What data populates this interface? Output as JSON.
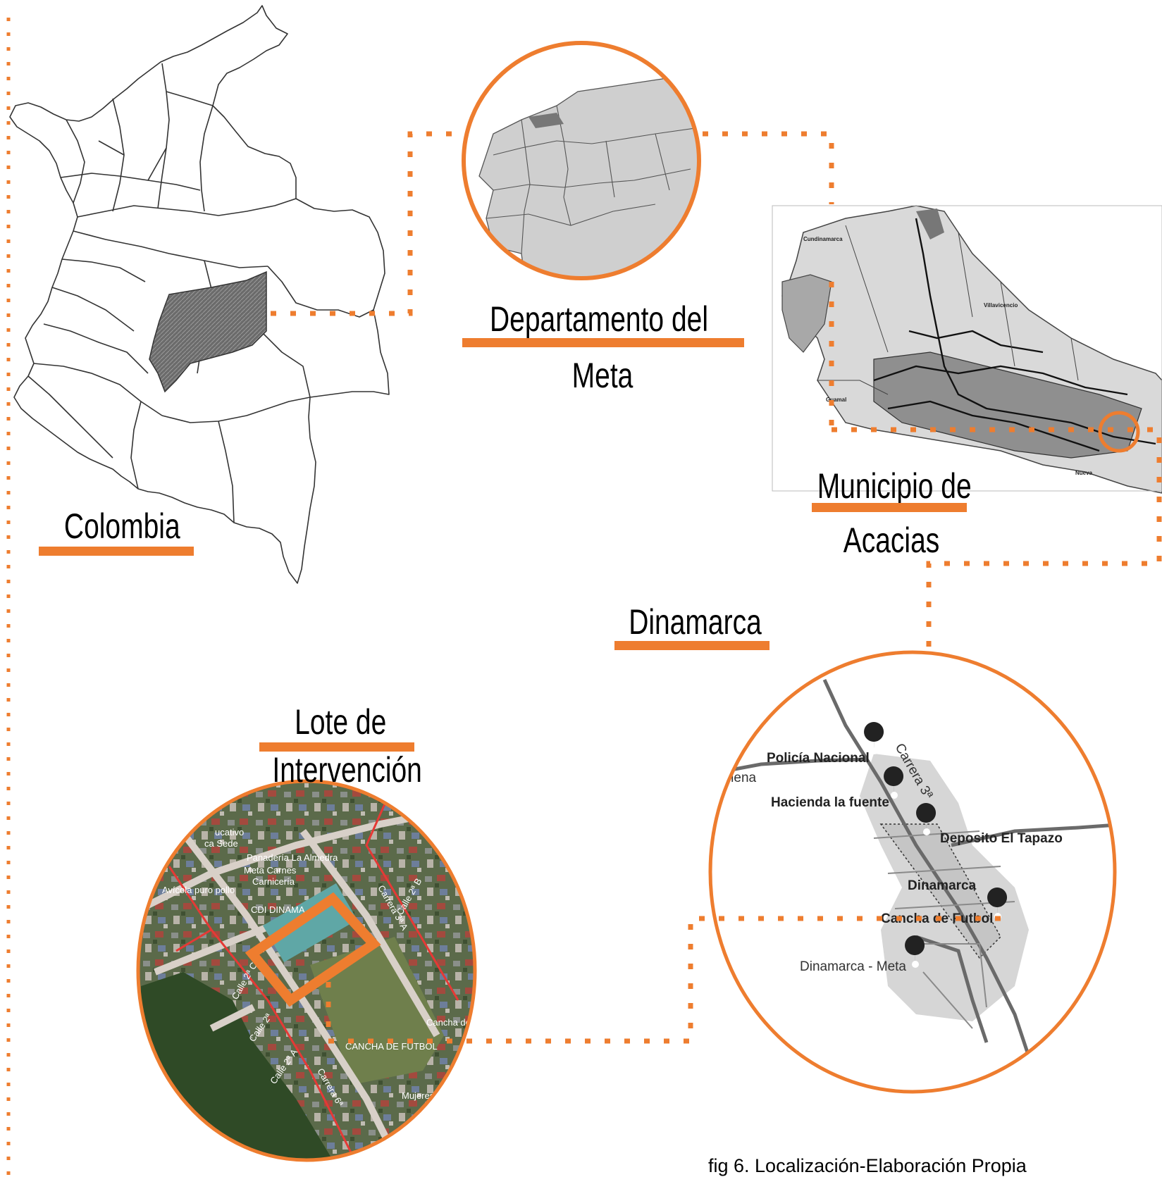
{
  "labels": {
    "colombia": "Colombia",
    "departamento_line1": "Departamento del",
    "departamento_line2": "Meta",
    "municipio_line1": "Municipio de",
    "municipio_line2": "Acacias",
    "dinamarca": "Dinamarca",
    "lote_line1": "Lote de",
    "lote_line2": "Intervención"
  },
  "caption": "fig 6. Localización-Elaboración Propia",
  "dinamarca_map": {
    "roads": [
      "rimena",
      "Carrera 3ª"
    ],
    "pins": [
      "Policía Nacional",
      "Hacienda la fuente",
      "Deposito El Tapazo",
      "Dinamarca",
      "Cancha de Futbol",
      "Dinamarca - Meta"
    ]
  },
  "municipio_map": {
    "places": [
      "Cundinamarca",
      "Villavicencio",
      "Guamal",
      "Nueva"
    ]
  },
  "lote_map": {
    "places": [
      "Panadería La Almedra",
      "Meta Carnes",
      "Carnicería",
      "Avícola puro pollo",
      "CDI DINAMA",
      "CANCHA DE FUTBOL",
      "Carrera 3ª A",
      "Calle 2ª B",
      "Calle 2ª C",
      "Calle 2ª",
      "Calle 2ª A",
      "Carrera 6ª",
      "Mujeres El Dotaciones In",
      "Cancha de F",
      "ucativo",
      "ca Sede"
    ]
  },
  "colors": {
    "accent": "#ee7d2f",
    "lote_boundary": "#e53935"
  },
  "icons": [
    "location-pin-icon",
    "police-icon",
    "hotel-icon"
  ]
}
